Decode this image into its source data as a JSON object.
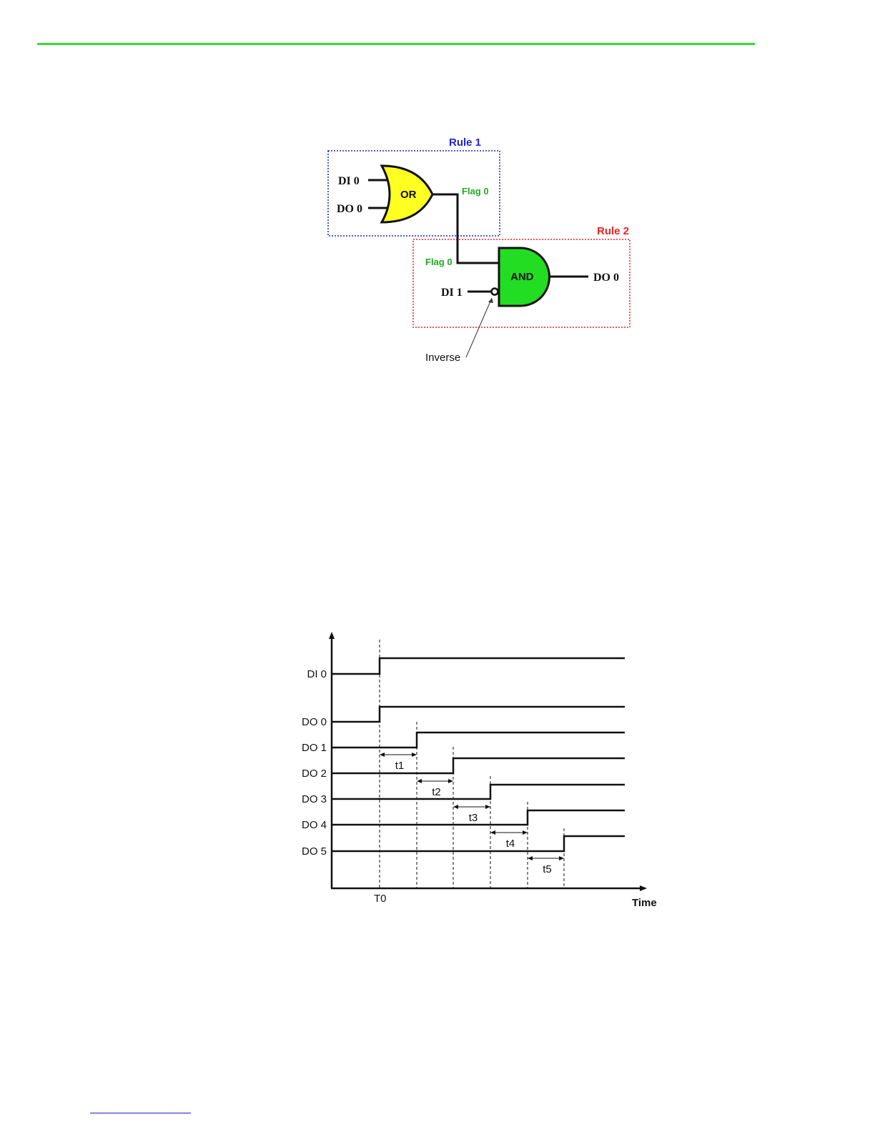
{
  "colors": {
    "top_rule": "#33dd33",
    "footer_rule": "#1a1acc",
    "rule1": "#2222cc",
    "rule2": "#ee2222",
    "flag": "#22aa22",
    "or_gate": "#ffff22",
    "and_gate": "#22dd22"
  },
  "logic_diagram": {
    "rule1_label": "Rule 1",
    "rule2_label": "Rule 2",
    "or_inputs": [
      "DI 0",
      "DO 0"
    ],
    "or_gate": "OR",
    "flag_out": "Flag 0",
    "flag_in": "Flag 0",
    "and_input2": "DI 1",
    "and_gate": "AND",
    "output": "DO 0",
    "inverse_label": "Inverse"
  },
  "timing_diagram": {
    "signals": [
      "DI 0",
      "DO 0",
      "DO 1",
      "DO 2",
      "DO 3",
      "DO 4",
      "DO 5"
    ],
    "delays": [
      "t1",
      "t2",
      "t3",
      "t4",
      "t5"
    ],
    "t0_label": "T0",
    "x_label": "Time"
  }
}
